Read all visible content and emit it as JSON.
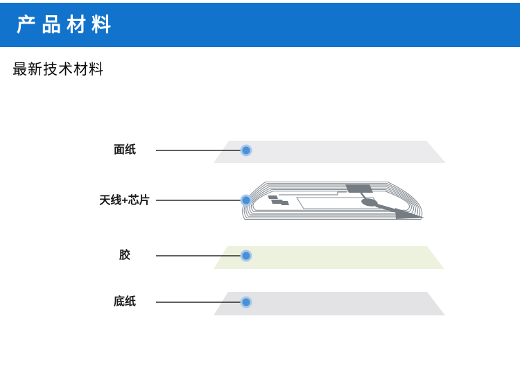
{
  "header": {
    "title": "产品材料",
    "bg_color": "#1273cc",
    "text_color": "#ffffff"
  },
  "subtitle": "最新技术材料",
  "diagram": {
    "layers": [
      {
        "id": "face-paper",
        "label": "面纸",
        "type": "sheet",
        "color": "#ebebed"
      },
      {
        "id": "antenna-chip",
        "label": "天线+芯片",
        "type": "inlay"
      },
      {
        "id": "adhesive",
        "label": "胶",
        "type": "sheet",
        "color": "#edf2df"
      },
      {
        "id": "backing-paper",
        "label": "底纸",
        "type": "sheet",
        "color": "#e3e3e5"
      }
    ],
    "inlay": {
      "coil_color": "#8a9096",
      "metal_color": "#757c83",
      "fill_color": "#ffffff"
    },
    "marker": {
      "core_color": "#4b8fd4",
      "halo_color": "#a6c8ec"
    },
    "line_color": "#000000"
  }
}
